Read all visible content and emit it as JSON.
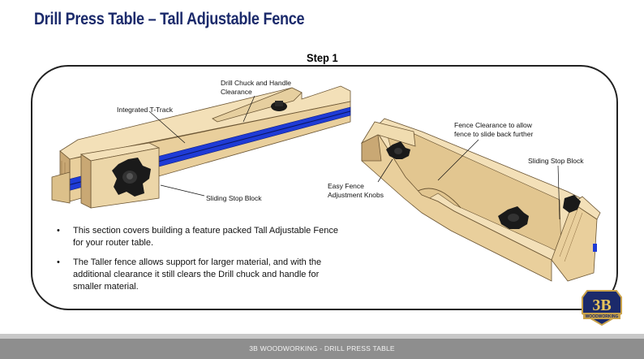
{
  "header": {
    "title": "Drill Press Table – Tall Adjustable Fence"
  },
  "step": {
    "label": "Step 1"
  },
  "labels": {
    "drill_chuck_line1": "Drill Chuck and Handle",
    "drill_chuck_line2": "Clearance",
    "integrated_ttrack": "Integrated T-Track",
    "sliding_stop_left": "Sliding Stop Block",
    "fence_clearance_line1": "Fence Clearance to allow",
    "fence_clearance_line2": "fence to slide back further",
    "sliding_stop_right": "Sliding Stop Block",
    "easy_fence_line1": "Easy Fence",
    "easy_fence_line2": "Adjustment Knobs"
  },
  "bullets": [
    {
      "text": "This section covers building a feature packed Tall Adjustable Fence for your router table."
    },
    {
      "text": "The Taller fence allows support for larger material, and with the additional clearance it still clears the Drill chuck and handle for smaller material."
    }
  ],
  "footer": {
    "text": "3B WOODWORKING - DRILL PRESS TABLE"
  },
  "logo": {
    "mark": "3B",
    "ribbon": "WOODWORKING"
  },
  "colors": {
    "title": "#1b2a6b",
    "ttrack": "#1f3bd6",
    "wood_face": "#e9cf9c",
    "wood_top": "#f3e0b8",
    "wood_side": "#c9a874",
    "knob": "#1a1a1a",
    "footer_bg": "#8e8e8e"
  }
}
